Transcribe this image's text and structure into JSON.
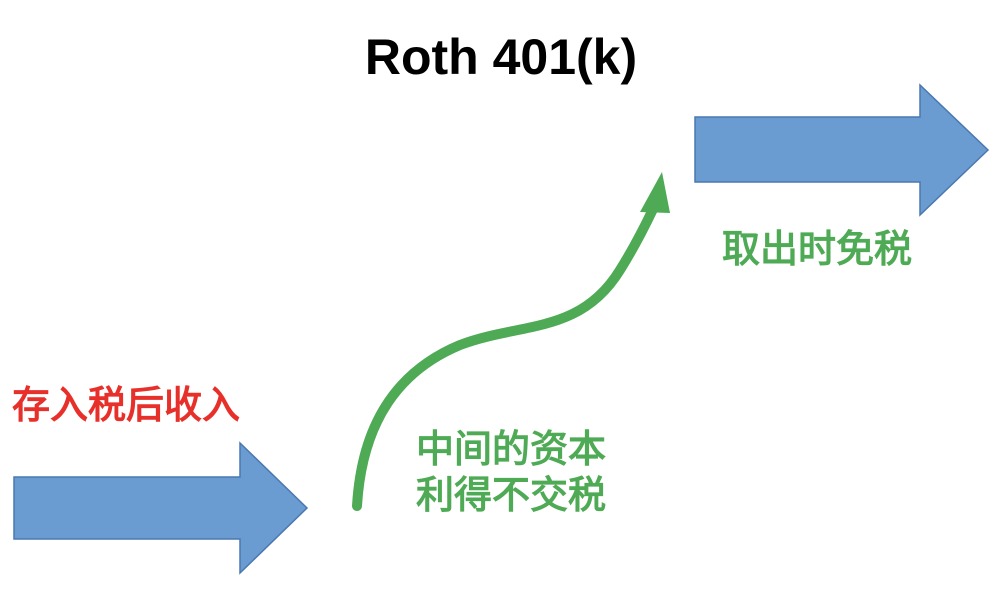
{
  "title": "Roth 401(k)",
  "labels": {
    "deposit": "存入税后收入",
    "growth_line1": "中间的资本",
    "growth_line2": "利得不交税",
    "withdraw": "取出时免税"
  },
  "colors": {
    "arrow_fill": "#6a9bd1",
    "arrow_stroke": "#4a78b0",
    "growth_green": "#4faa55",
    "deposit_red": "#e8302a",
    "title_black": "#000000"
  }
}
